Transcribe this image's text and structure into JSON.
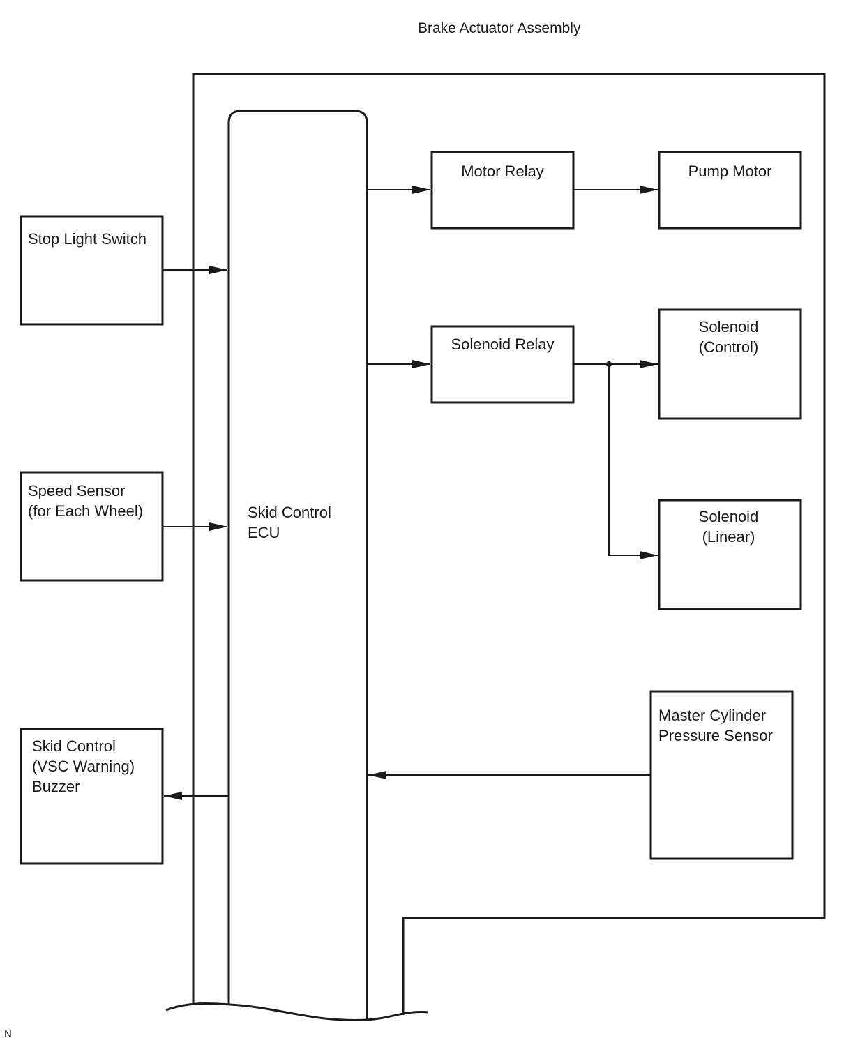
{
  "title": "Brake Actuator Assembly",
  "blocks": {
    "stop_light_switch": [
      "Stop Light Switch"
    ],
    "speed_sensor": [
      "Speed Sensor",
      "(for Each Wheel)"
    ],
    "buzzer": [
      "Skid Control",
      "(VSC Warning)",
      "Buzzer"
    ],
    "ecu": [
      "Skid Control",
      "ECU"
    ],
    "motor_relay": [
      "Motor Relay"
    ],
    "pump_motor": [
      "Pump Motor"
    ],
    "solenoid_relay": [
      "Solenoid Relay"
    ],
    "solenoid_control": [
      "Solenoid",
      "(Control)"
    ],
    "solenoid_linear": [
      "Solenoid",
      "(Linear)"
    ],
    "master_cylinder_sensor": [
      "Master Cylinder",
      "Pressure Sensor"
    ]
  },
  "corner_mark": "N"
}
